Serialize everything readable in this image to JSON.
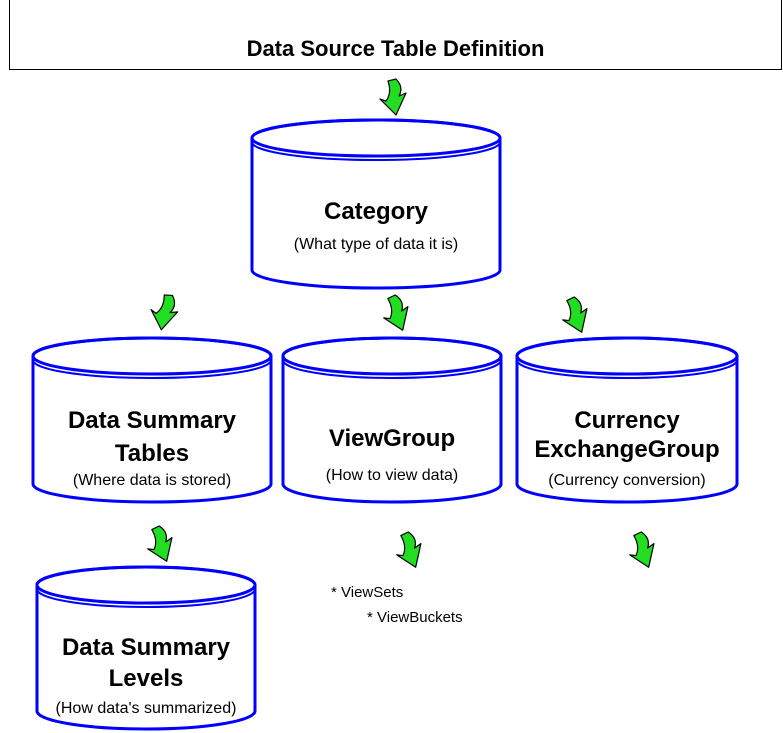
{
  "header": {
    "title": "Data Source Table Definition"
  },
  "nodes": {
    "category": {
      "title": "Category",
      "subtitle": "(What type of data it is)"
    },
    "summary_tables": {
      "title_line1": "Data Summary",
      "title_line2": "Tables",
      "subtitle": "(Where data is stored)"
    },
    "viewgroup": {
      "title": "ViewGroup",
      "subtitle": "(How to view data)"
    },
    "currency": {
      "title_line1": "Currency",
      "title_line2": "ExchangeGroup",
      "subtitle": "(Currency conversion)"
    },
    "summary_levels": {
      "title_line1": "Data Summary",
      "title_line2": "Levels",
      "subtitle": "(How data's summarized)"
    }
  },
  "viewgroup_children": [
    "*  ViewSets",
    "*  ViewBuckets"
  ],
  "colors": {
    "outline": "#0000ff",
    "arrow_fill": "#22dd22",
    "arrow_stroke": "#000000"
  }
}
